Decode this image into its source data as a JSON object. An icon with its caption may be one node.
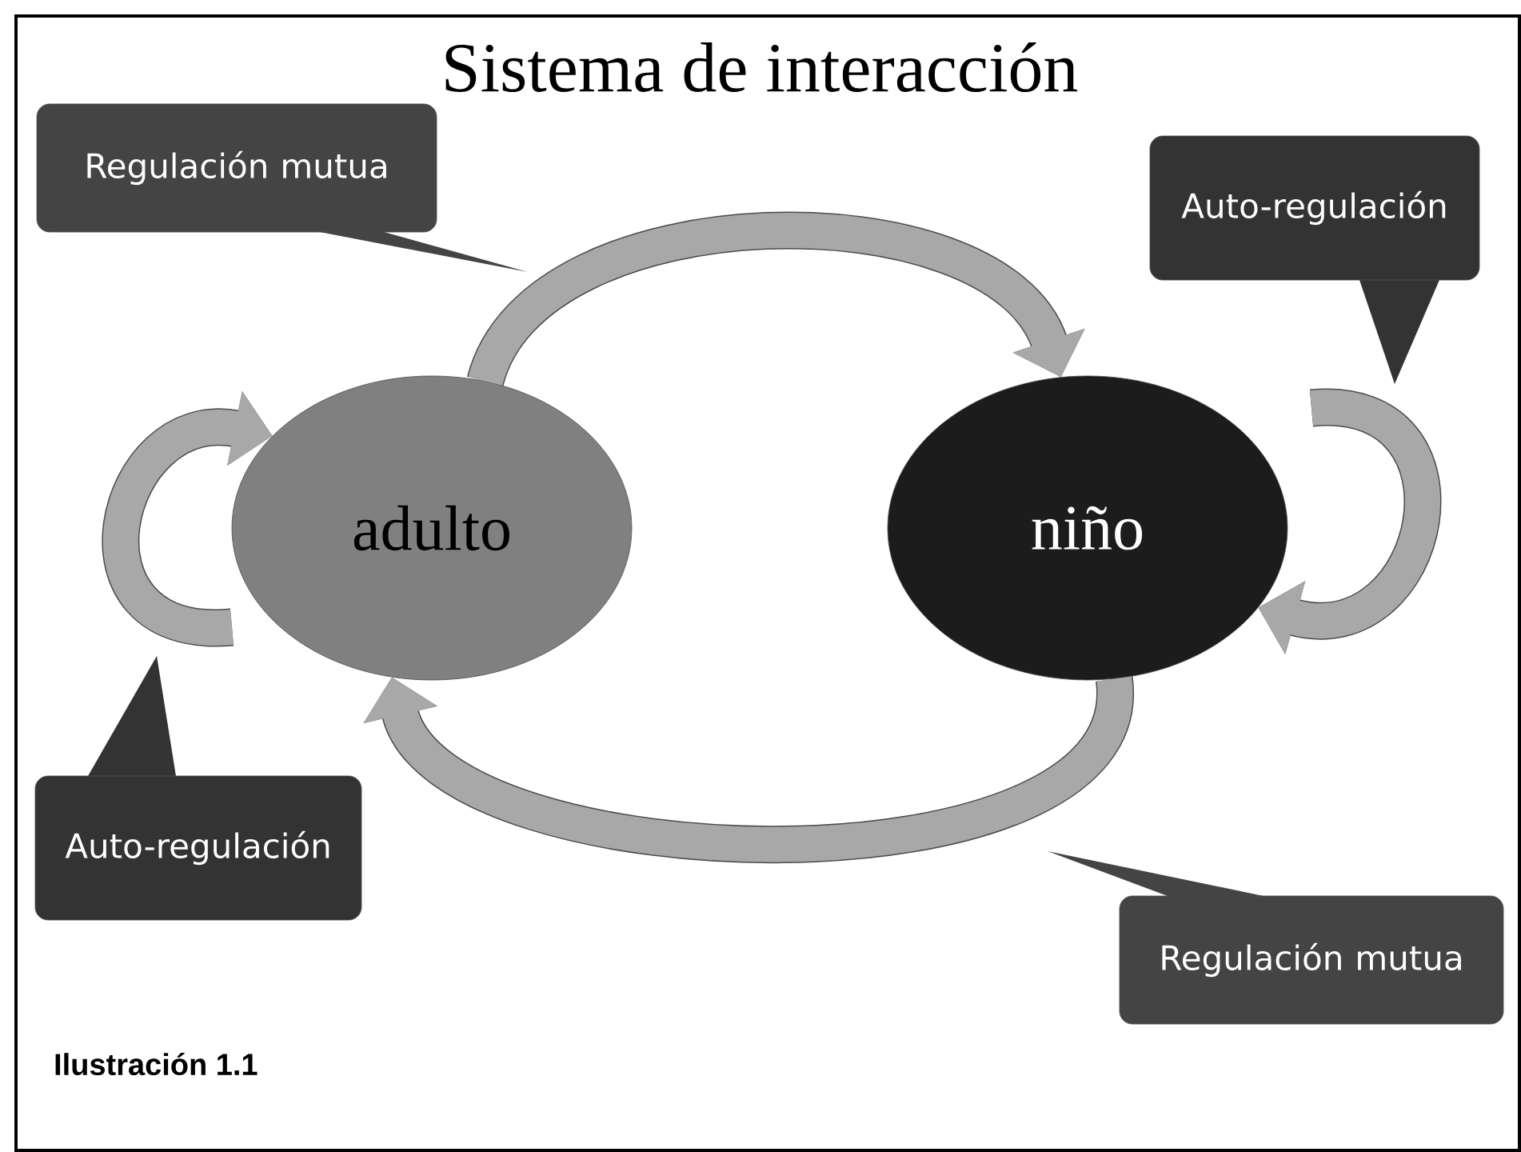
{
  "diagram": {
    "title": "Sistema de interacción",
    "caption": "Ilustración 1.1",
    "nodes": [
      {
        "text": [
          "adulto"
        ]
      },
      {
        "text": [
          "niño"
        ]
      },
      {
        "text": [
          "Regulación mutua"
        ]
      },
      {
        "text": [
          "Auto-regulación"
        ]
      },
      {
        "text": [
          "Auto-regulación"
        ]
      },
      {
        "text": [
          "Regulación mutua"
        ]
      }
    ],
    "edges": [
      {
        "from": 0,
        "to": 1,
        "arrow": "to"
      },
      {
        "from": null,
        "to": 1,
        "arrow": "to"
      },
      {
        "from": 1,
        "to": 0,
        "arrow": "to"
      },
      {
        "from": null,
        "to": 0,
        "arrow": "to"
      }
    ]
  }
}
